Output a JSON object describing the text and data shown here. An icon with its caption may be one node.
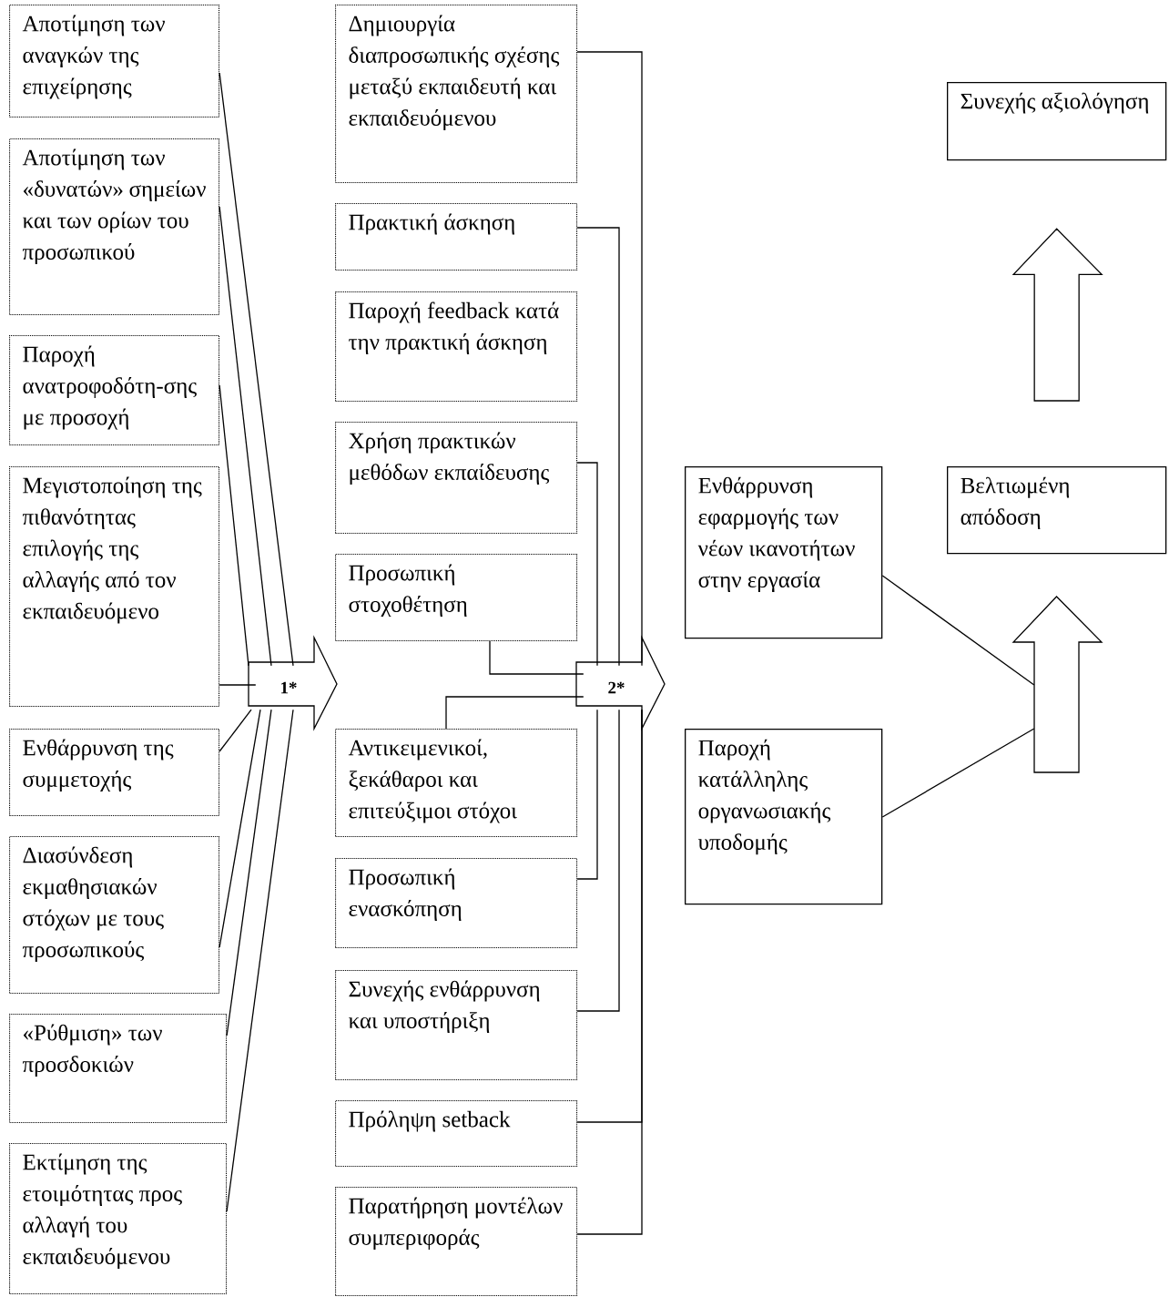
{
  "diagram": {
    "nodes": [
      {
        "text": [
          "Αποτίμηση των αναγκών της επιχείρησης"
        ]
      },
      {
        "text": [
          "Αποτίμηση των «δυνατών» σημείων και των ορίων του προσωπικού"
        ]
      },
      {
        "text": [
          "Παροχή ανατροφοδότη-σης με προσοχή"
        ]
      },
      {
        "text": [
          "Μεγιστοποίηση της πιθανότητας επιλογής της αλλαγής από τον εκπαιδευόμενο"
        ]
      },
      {
        "text": [
          "Ενθάρρυνση της συμμετοχής"
        ]
      },
      {
        "text": [
          "Διασύνδεση εκμαθησιακών στόχων με τους προσωπικούς"
        ]
      },
      {
        "text": [
          "«Ρύθμιση» των προσδοκιών"
        ]
      },
      {
        "text": [
          "Εκτίμηση της ετοιμότητας προς αλλαγή του εκπαιδευόμενου"
        ]
      },
      {
        "text": [
          "1*"
        ]
      },
      {
        "text": [
          "Δημιουργία διαπροσωπικής σχέσης μεταξύ εκπαιδευτή και εκπαιδευόμενου"
        ]
      },
      {
        "text": [
          "Πρακτική άσκηση"
        ]
      },
      {
        "text": [
          "Παροχή feedback κατά την πρακτική άσκηση"
        ]
      },
      {
        "text": [
          "Χρήση πρακτικών μεθόδων εκπαίδευσης"
        ]
      },
      {
        "text": [
          "Προσωπική στοχοθέτηση"
        ]
      },
      {
        "text": [
          "Αντικειμενικοί, ξεκάθαροι και επιτεύξιμοι στόχοι"
        ]
      },
      {
        "text": [
          "Προσωπική ενασκόπηση"
        ]
      },
      {
        "text": [
          "Συνεχής ενθάρρυνση και υποστήριξη"
        ]
      },
      {
        "text": [
          "Πρόληψη setback"
        ]
      },
      {
        "text": [
          "Παρατήρηση μοντέλων συμπεριφοράς"
        ]
      },
      {
        "text": [
          "2*"
        ]
      },
      {
        "text": [
          "Ενθάρρυνση εφαρμογής των νέων ικανοτήτων στην εργασία"
        ]
      },
      {
        "text": [
          "Παροχή κατάλληλης οργανωσιακής υποδομής"
        ]
      },
      {
        "text": [],
        "shape": "arrow"
      },
      {
        "text": [
          "Βελτιωμένη απόδοση"
        ]
      },
      {
        "text": [
          "Συνεχής αξιολόγηση"
        ]
      }
    ],
    "edges": [
      {
        "from": 0,
        "to": 8,
        "arrow": "none"
      },
      {
        "from": 1,
        "to": 8,
        "arrow": "none"
      },
      {
        "from": 2,
        "to": 8,
        "arrow": "none"
      },
      {
        "from": 3,
        "to": 8,
        "arrow": "none"
      },
      {
        "from": 4,
        "to": 8,
        "arrow": "none"
      },
      {
        "from": 5,
        "to": 8,
        "arrow": "none"
      },
      {
        "from": 6,
        "to": 8,
        "arrow": "none"
      },
      {
        "from": 7,
        "to": 8,
        "arrow": "none"
      },
      {
        "from": 9,
        "to": 19,
        "arrow": "none"
      },
      {
        "from": 10,
        "to": 19,
        "arrow": "none"
      },
      {
        "from": 12,
        "to": 19,
        "arrow": "none"
      },
      {
        "from": 13,
        "to": 19,
        "arrow": "none"
      },
      {
        "from": 14,
        "to": 19,
        "arrow": "none"
      },
      {
        "from": 15,
        "to": 19,
        "arrow": "none"
      },
      {
        "from": 16,
        "to": 19,
        "arrow": "none"
      },
      {
        "from": 17,
        "to": 19,
        "arrow": "none"
      },
      {
        "from": 18,
        "to": 19,
        "arrow": "none"
      },
      {
        "from": 20,
        "to": 22,
        "arrow": "none"
      },
      {
        "from": 21,
        "to": 22,
        "arrow": "none"
      },
      {
        "from": 23,
        "to": 24,
        "arrow": "to"
      }
    ]
  }
}
